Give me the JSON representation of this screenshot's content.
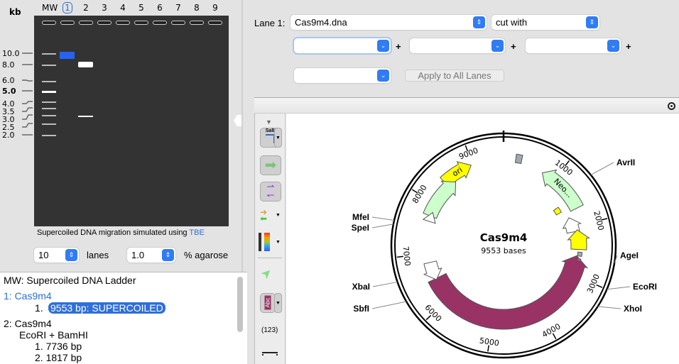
{
  "gel": {
    "kb_label": "kb",
    "lanes": [
      "MW",
      "1",
      "2",
      "3",
      "4",
      "5",
      "6",
      "7",
      "8",
      "9"
    ],
    "selected_lane": "1",
    "markers": [
      "10.0",
      "8.0",
      "6.0",
      "5.0",
      "4.0",
      "3.5",
      "3.0",
      "2.5",
      "2.0"
    ],
    "caption": "Supercoiled DNA migration simulated using",
    "buffer_link": "TBE",
    "lanes_count": "10",
    "lanes_label": "lanes",
    "agarose_value": "1.0",
    "agarose_label": "% agarose",
    "band_colors": {
      "selected": "#2563f5",
      "normal": "#ffffff",
      "background": "#333333"
    }
  },
  "lane_editor": {
    "lane_label": "Lane 1:",
    "file": "Cas9m4.dna",
    "mode": "cut with",
    "enzymes": [
      "",
      "",
      "",
      ""
    ],
    "plus": "+",
    "apply_button": "Apply to All Lanes"
  },
  "list": {
    "mw": "MW:  Supercoiled DNA Ladder",
    "lane1": {
      "title": "1:  Cas9m4",
      "items": [
        "1.",
        "9553 bp:  SUPERCOILED"
      ]
    },
    "lane2": {
      "title": "2:  Cas9m4",
      "enzymes": "EcoRI + BamHI",
      "items": [
        "1.  7736 bp",
        "2.  1817 bp"
      ]
    }
  },
  "toolbar": {
    "sal_label": "SalI",
    "abc_label": "Abc",
    "numbers_label": "(123)"
  },
  "map": {
    "name": "Cas9m4",
    "size": "9553 bases",
    "ticks": [
      "1000",
      "2000",
      "3000",
      "4000",
      "5000",
      "6000",
      "7000",
      "8000",
      "9000"
    ],
    "features": {
      "ori": "ori",
      "neo": "Neo..."
    },
    "enzymes_right": [
      "AvrII",
      "AgeI",
      "EcoRI",
      "XhoI"
    ],
    "enzymes_left": [
      "MfeI",
      "SpeI",
      "XbaI",
      "SbfI"
    ],
    "colors": {
      "cas9": "#993366",
      "ori": "#ffff00",
      "neo": "#ccffcc",
      "misc": "#a0a8b0"
    }
  }
}
